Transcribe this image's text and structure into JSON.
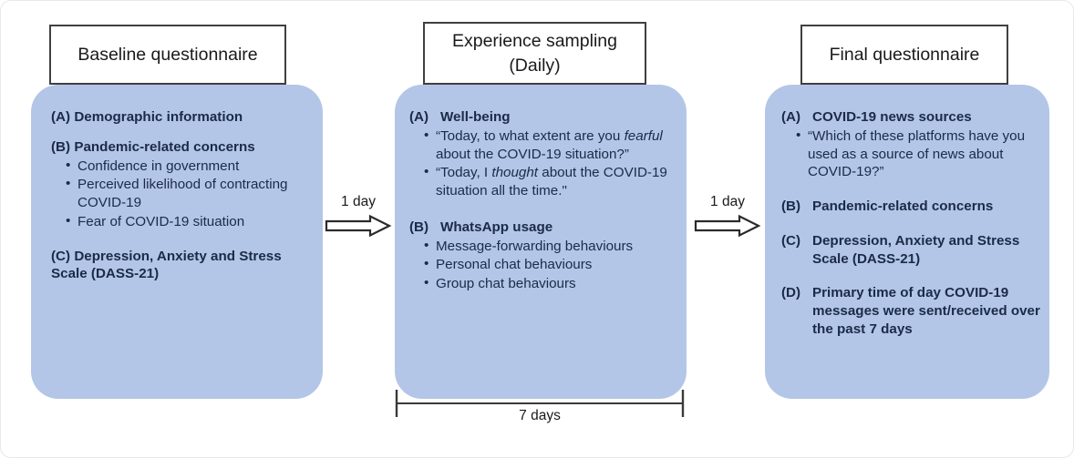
{
  "figure": {
    "background_color": "#ffffff",
    "panel_fill": "#b3c6e7",
    "header_border_color": "#404040",
    "text_color": "#1b2a47"
  },
  "stages": [
    {
      "id": "baseline",
      "header": [
        "Baseline questionnaire"
      ],
      "layout": "inline",
      "sections": [
        {
          "label": "(A)",
          "title": "Demographic information",
          "bullets": []
        },
        {
          "label": "(B)",
          "title": "Pandemic-related concerns",
          "bullets": [
            "Confidence in government",
            "Perceived likelihood of contracting COVID-19",
            "Fear of COVID-19 situation"
          ]
        },
        {
          "label": "(C)",
          "title": "Depression, Anxiety and Stress Scale (DASS-21)",
          "bullets": []
        }
      ]
    },
    {
      "id": "experience-sampling",
      "header": [
        "Experience sampling",
        "(Daily)"
      ],
      "layout": "hanging",
      "sections": [
        {
          "label": "(A)",
          "title": "Well-being",
          "bullets": [
            "“Today, to what extent are you fearful about the COVID-19 situation?”",
            "“Today, I thought about the COVID-19 situation all the time.\""
          ]
        },
        {
          "label": "(B)",
          "title": "WhatsApp usage",
          "bullets": [
            "Message-forwarding behaviours",
            "Personal chat behaviours",
            "Group chat behaviours"
          ]
        }
      ]
    },
    {
      "id": "final",
      "header": [
        "Final questionnaire"
      ],
      "layout": "hanging",
      "sections": [
        {
          "label": "(A)",
          "title": "COVID-19 news sources",
          "bullets": [
            "“Which of these platforms have you used as a source of news about COVID-19?”"
          ]
        },
        {
          "label": "(B)",
          "title": "Pandemic-related concerns",
          "bullets": []
        },
        {
          "label": "(C)",
          "title": "Depression, Anxiety and Stress Scale (DASS-21)",
          "bullets": []
        },
        {
          "label": "(D)",
          "title": "Primary time of day COVID-19 messages were sent/received over the past 7 days",
          "bullets": []
        }
      ]
    }
  ],
  "connectors": [
    {
      "id": "baseline-to-esm",
      "label": "1 day",
      "icon": "right-block-arrow-icon"
    },
    {
      "id": "esm-to-final",
      "label": "1 day",
      "icon": "right-block-arrow-icon"
    }
  ],
  "duration_bracket": {
    "id": "esm-duration",
    "label": "7 days"
  }
}
